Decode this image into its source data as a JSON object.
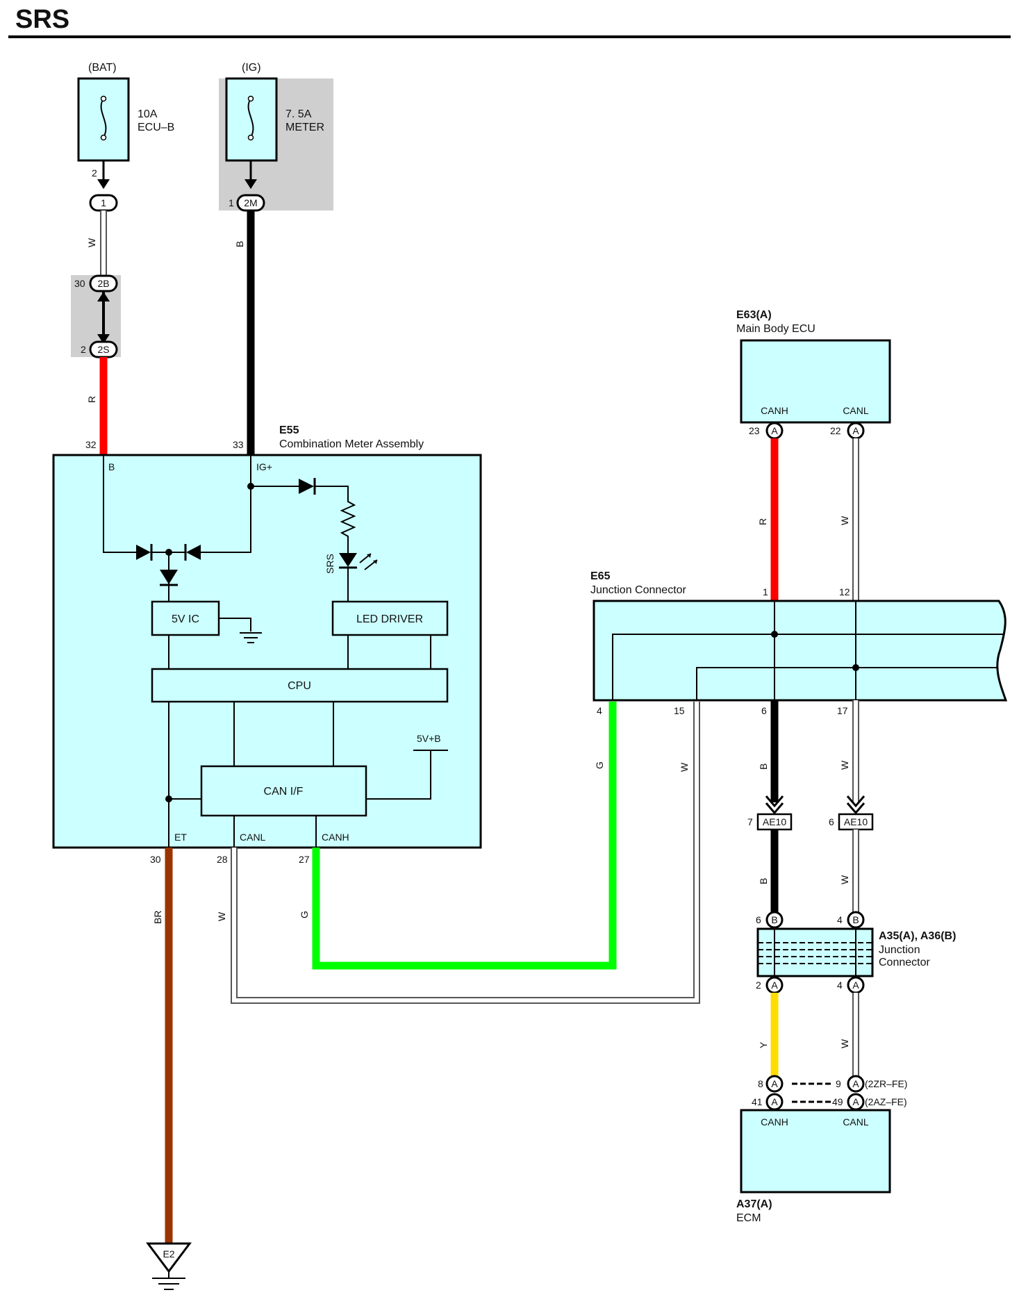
{
  "title": "SRS",
  "fuses": {
    "bat": {
      "supply": "(BAT)",
      "rating": "10A",
      "name": "ECU–B"
    },
    "ig": {
      "supply": "(IG)",
      "rating": "7. 5A",
      "name": "METER"
    }
  },
  "connectors": {
    "c1": "1",
    "c2M": "2M",
    "c2B": "2B",
    "c2S": "2S",
    "ae10": "AE10",
    "a": "A",
    "b": "B"
  },
  "pins": {
    "bat_fuse_out": "2",
    "ig_conn": "1",
    "c2B_pin": "30",
    "c2S_pin": "2",
    "e55_b": "32",
    "e55_ig": "33",
    "e55_et": "30",
    "e55_canl": "28",
    "e55_canh": "27",
    "e63_canh": "23",
    "e63_canl": "22",
    "e65_1": "1",
    "e65_12": "12",
    "e65_4": "4",
    "e65_15": "15",
    "e65_6": "6",
    "e65_17": "17",
    "ae10_left": "7",
    "ae10_right": "6",
    "a35_b_left": "6",
    "a35_b_right": "4",
    "a35_a_left": "2",
    "a35_a_right": "4",
    "ecm_8": "8",
    "ecm_9": "9",
    "ecm_41": "41",
    "ecm_49": "49"
  },
  "wire_colors": {
    "w": "W",
    "r": "R",
    "b": "B",
    "g": "G",
    "br": "BR",
    "y": "Y",
    "hex_red": "#ff0000",
    "hex_black": "#000000",
    "hex_green": "#00ff00",
    "hex_brown": "#993300",
    "hex_yellow": "#ffdd00",
    "hex_component": "#ccffff"
  },
  "e55": {
    "code": "E55",
    "name": "Combination Meter Assembly",
    "term_b": "B",
    "term_ig": "IG+",
    "term_et": "ET",
    "term_canl": "CANL",
    "term_canh": "CANH",
    "srs_label": "SRS",
    "ic": "5V IC",
    "led_driver": "LED DRIVER",
    "cpu": "CPU",
    "can_if": "CAN I/F",
    "v5b": "5V+B"
  },
  "e63": {
    "code": "E63(A)",
    "name": "Main Body ECU",
    "canh": "CANH",
    "canl": "CANL"
  },
  "e65": {
    "code": "E65",
    "name": "Junction Connector"
  },
  "a35": {
    "code": "A35(A), A36(B)",
    "name1": "Junction",
    "name2": "Connector"
  },
  "a37": {
    "code": "A37(A)",
    "name": "ECM",
    "canh": "CANH",
    "canl": "CANL"
  },
  "ecm_variants": {
    "v1": "(2ZR–FE)",
    "v2": "(2AZ–FE)"
  },
  "ground": "E2"
}
